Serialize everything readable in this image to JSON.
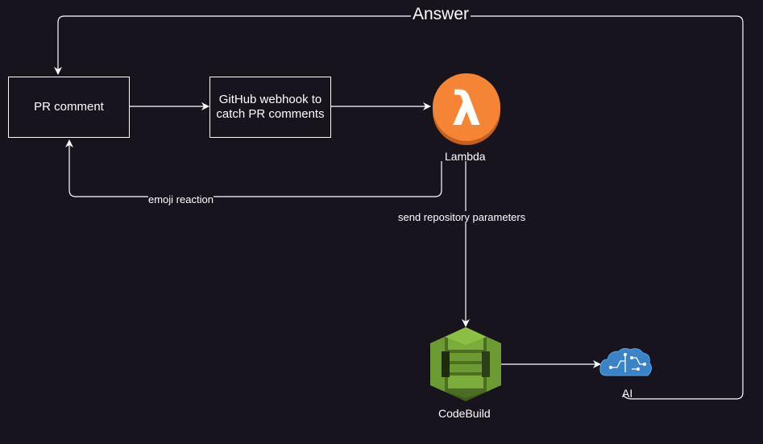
{
  "colors": {
    "background": "#18141d",
    "line": "#ffffff",
    "lambda_orange": "#f58534",
    "codebuild_green": "#6b9b32",
    "ai_blue": "#3a83c6"
  },
  "nodes": {
    "pr_comment": {
      "label": "PR comment"
    },
    "webhook": {
      "label": "GitHub webhook to catch PR comments"
    },
    "lambda": {
      "label": "Lambda",
      "icon": "lambda-icon"
    },
    "codebuild": {
      "label": "CodeBuild",
      "icon": "codebuild-icon"
    },
    "ai": {
      "label": "AI",
      "icon": "brain-circuit-icon"
    }
  },
  "edges": {
    "answer": {
      "label": "Answer"
    },
    "emoji_reaction": {
      "label": "emoji reaction"
    },
    "send_params": {
      "label": "send repository parameters"
    }
  }
}
